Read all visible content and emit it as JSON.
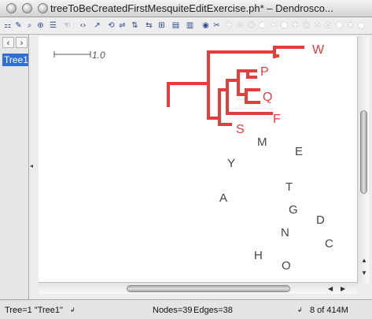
{
  "window": {
    "title": "treeToBeCreatedFirstMesquiteEditExercise.ph* – Dendrosco..."
  },
  "toolbar": {
    "icons": [
      "tree-tool-icon",
      "pencil-icon",
      "zoom-icon",
      "magnify-icon",
      "list-icon",
      "hand-icon",
      "bracket-icon",
      "arrow-icon",
      "rotate-icon",
      "reroot-icon",
      "ladder-icon",
      "align-icon",
      "frame-icon",
      "circle-icon",
      "scissors-icon"
    ]
  },
  "sidebar": {
    "nav_left": "‹",
    "nav_right": "›",
    "tree_item": "Tree1"
  },
  "tree": {
    "scale_label": "1.0",
    "colors": {
      "branch": "#e53c3c",
      "label_active": "#e53c3c",
      "label_inactive": "#444444"
    },
    "active_taxa": [
      "W",
      "P",
      "Q",
      "F",
      "S"
    ],
    "unplaced_taxa": [
      "M",
      "E",
      "Y",
      "T",
      "A",
      "G",
      "D",
      "N",
      "C",
      "H",
      "O"
    ]
  },
  "status": {
    "tree": "Tree=1 \"Tree1\"",
    "nodes": "Nodes=39",
    "edges": "Edges=38",
    "memory": "8 of 414M"
  }
}
